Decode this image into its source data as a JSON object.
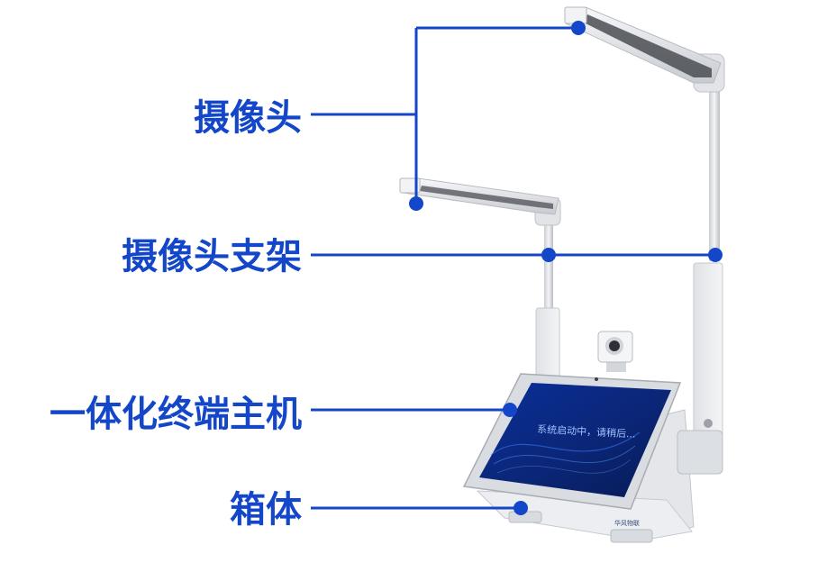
{
  "labels": {
    "camera": "摄像头",
    "camera_stand": "摄像头支架",
    "terminal": "一体化终端主机",
    "cabinet": "箱体"
  },
  "screen": {
    "message": "系统启动中，请稍后..."
  },
  "brand": {
    "name": "华风物联"
  },
  "colors": {
    "accent": "#1346c8",
    "leader_line": "#1346c8",
    "dot": "#1346c8",
    "device_body": "#e9ebee",
    "screen_bg": "#0b2a82"
  }
}
